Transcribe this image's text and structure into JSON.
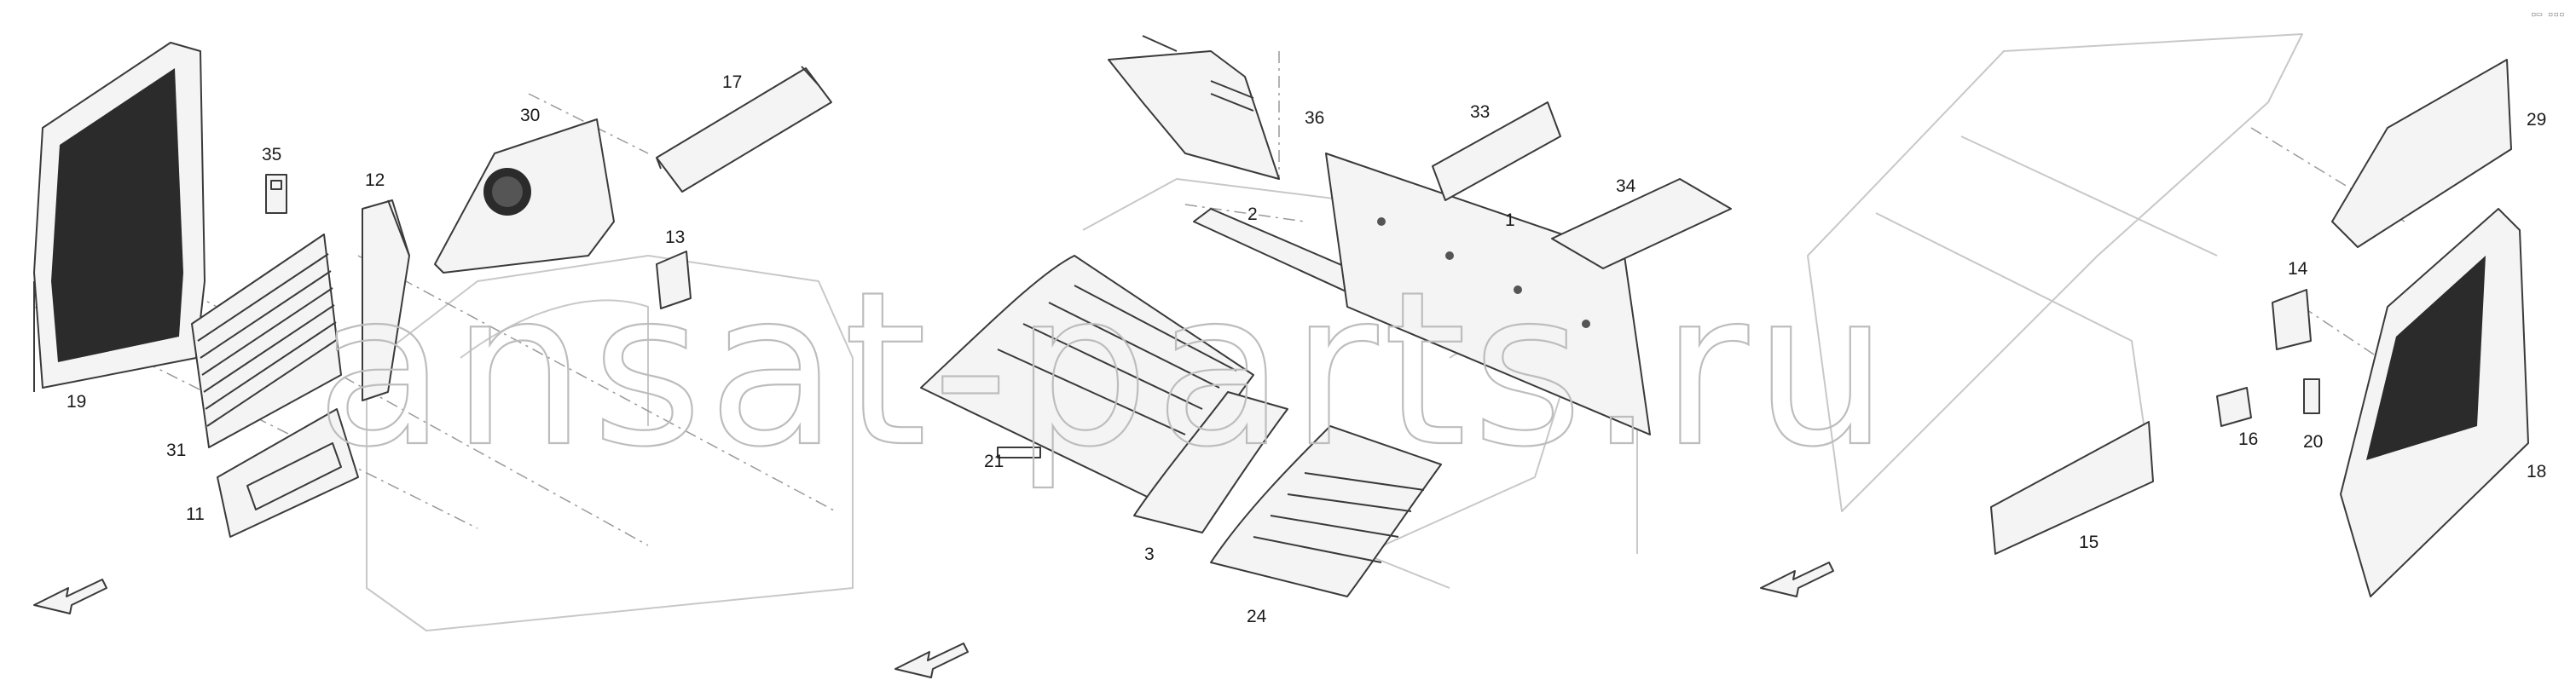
{
  "watermark": "ansat-parts.ru",
  "corner_marks": "▫▭ ▫▫▫",
  "callouts": [
    {
      "id": "19",
      "label": "19"
    },
    {
      "id": "35",
      "label": "35"
    },
    {
      "id": "12",
      "label": "12"
    },
    {
      "id": "31",
      "label": "31"
    },
    {
      "id": "11",
      "label": "11"
    },
    {
      "id": "30",
      "label": "30"
    },
    {
      "id": "17",
      "label": "17"
    },
    {
      "id": "13",
      "label": "13"
    },
    {
      "id": "36",
      "label": "36"
    },
    {
      "id": "2",
      "label": "2"
    },
    {
      "id": "33",
      "label": "33"
    },
    {
      "id": "1",
      "label": "1"
    },
    {
      "id": "34",
      "label": "34"
    },
    {
      "id": "21",
      "label": "21"
    },
    {
      "id": "3",
      "label": "3"
    },
    {
      "id": "24",
      "label": "24"
    },
    {
      "id": "29",
      "label": "29"
    },
    {
      "id": "14",
      "label": "14"
    },
    {
      "id": "16",
      "label": "16"
    },
    {
      "id": "20",
      "label": "20"
    },
    {
      "id": "15",
      "label": "15"
    },
    {
      "id": "18",
      "label": "18"
    }
  ],
  "direction_arrows": [
    "front-left",
    "front-left",
    "front-left"
  ]
}
